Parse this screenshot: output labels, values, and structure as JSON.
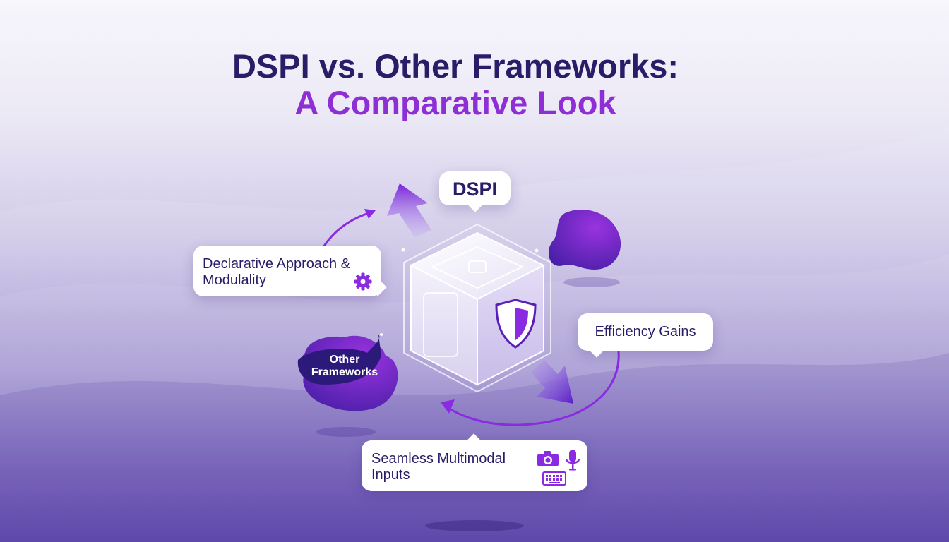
{
  "title": {
    "line1": "DSPI vs. Other Frameworks:",
    "line2": "A Comparative Look"
  },
  "nodes": {
    "dspi": "DSPI",
    "declarative": "Declarative Approach & Modulality",
    "efficiency": "Efficiency Gains",
    "seamless": "Seamless Multimodal Inputs",
    "other": "Other Frameworks"
  },
  "icons": {
    "declarative": "gear-icon",
    "seamless": [
      "camera-icon",
      "microphone-icon",
      "keyboard-icon"
    ],
    "cube": "shield-icon"
  },
  "colors": {
    "title_dark": "#2a1d68",
    "title_accent": "#8e2fd6",
    "arrow_purple": "#8a2be2",
    "blob_dark": "#4b1fa6"
  }
}
